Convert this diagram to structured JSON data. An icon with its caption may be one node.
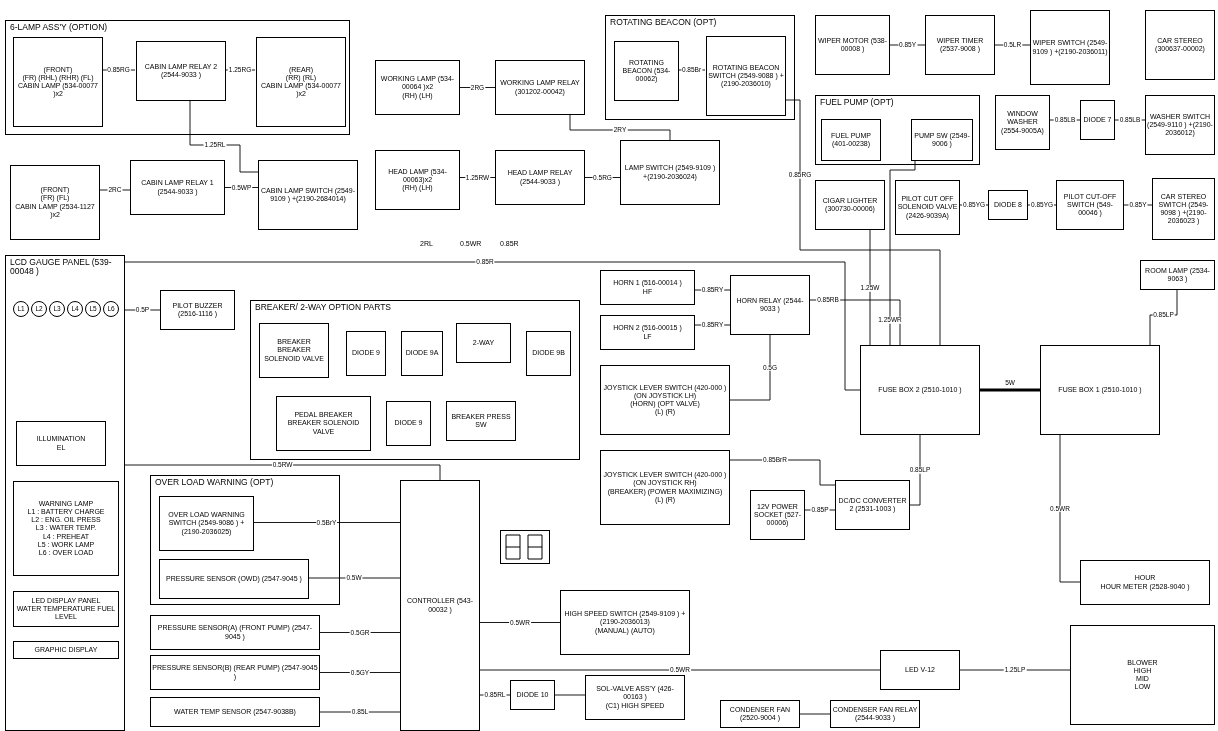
{
  "diagram": {
    "nodes": [
      {
        "text": [
          "6-LAMP ASS'Y (OPTION)"
        ]
      },
      {
        "text": [
          "(FRONT)",
          "(FR) (RHL) (RHR) (FL)",
          "CABIN LAMP (534-00077 )x2"
        ],
        "in": 0
      },
      {
        "text": [
          "CABIN LAMP RELAY 2 (2544-9033 )"
        ],
        "in": 0
      },
      {
        "text": [
          "(REAR)",
          "(RR) (RL)",
          "CABIN LAMP (534-00077 )x2"
        ],
        "in": 0
      },
      {
        "text": [
          "CABIN LAMP RELAY 1 (2544-9033 )"
        ]
      },
      {
        "text": [
          "(FRONT)",
          "(FR) (FL)",
          "CABIN LAMP (2534-1127 )x2"
        ]
      },
      {
        "text": [
          "CABIN LAMP SWITCH (2549-9109 ) +(2190-2684014)"
        ]
      },
      {
        "text": [
          "WORKING LAMP (534-00064 )x2",
          "(RH) (LH)"
        ]
      },
      {
        "text": [
          "WORKING LAMP RELAY (301202-00042)"
        ]
      },
      {
        "text": [
          "HEAD LAMP (534-00063)x2",
          "(RH) (LH)"
        ]
      },
      {
        "text": [
          "HEAD LAMP RELAY (2544-9033 )"
        ]
      },
      {
        "text": [
          "ROTATING BEACON (OPT)"
        ]
      },
      {
        "text": [
          "ROTATING BEACON (534-00062)"
        ],
        "in": 11
      },
      {
        "text": [
          "ROTATING BEACON SWITCH (2549-9088 ) +(2190-2036010)"
        ],
        "in": 11
      },
      {
        "text": [
          "LAMP SWITCH (2549-9109 ) +(2190-2036024)"
        ]
      },
      {
        "text": [
          "WIPER MOTOR (538-00008 )"
        ]
      },
      {
        "text": [
          "WIPER TIMER (2537-9008 )"
        ]
      },
      {
        "text": [
          "WIPER SWITCH (2549-9109 ) +(2190-2036011)"
        ]
      },
      {
        "text": [
          "FUEL PUMP (OPT)"
        ]
      },
      {
        "text": [
          "FUEL PUMP (401-00238)"
        ],
        "in": 18
      },
      {
        "text": [
          "PUMP SW (2549-9006 )"
        ],
        "in": 18
      },
      {
        "text": [
          "CIGAR LIGHTER (300730-00006)"
        ]
      },
      {
        "text": [
          "WINDOW WASHER (2554-9005A)"
        ]
      },
      {
        "text": [
          "DIODE 7"
        ]
      },
      {
        "text": [
          "WASHER SWITCH (2549-9110 ) +(2190-2036012)"
        ]
      },
      {
        "text": [
          "PILOT CUT OFF SOLENOID VALVE (2426-9039A)"
        ]
      },
      {
        "text": [
          "DIODE 8"
        ]
      },
      {
        "text": [
          "PILOT CUT-OFF SWITCH (549-00046 )"
        ]
      },
      {
        "text": [
          "CAR STEREO (300637-00002)"
        ]
      },
      {
        "text": [
          "CAR STEREO SWITCH (2549-9098 ) +(2190-2036023 )"
        ]
      },
      {
        "text": [
          "ROOM LAMP (2534-9063 )"
        ]
      },
      {
        "text": [
          "LCD GAUGE PANEL (539-00048 )"
        ]
      },
      {
        "text": [
          "PILOT BUZZER (2516-1116 )"
        ]
      },
      {
        "text": [
          "BREAKER/ 2-WAY OPTION PARTS"
        ]
      },
      {
        "text": [
          "BREAKER",
          "BREAKER SOLENOID VALVE"
        ],
        "in": 33
      },
      {
        "text": [
          "DIODE 9"
        ],
        "in": 33
      },
      {
        "text": [
          "2-WAY"
        ],
        "in": 33
      },
      {
        "text": [
          "DIODE 9A"
        ],
        "in": 33
      },
      {
        "text": [
          "DIODE 9B"
        ],
        "in": 33
      },
      {
        "text": [
          "PEDAL BREAKER",
          "BREAKER SOLENOID VALVE"
        ],
        "in": 33
      },
      {
        "text": [
          "DIODE 9"
        ],
        "in": 33
      },
      {
        "text": [
          "BREAKER PRESS SW"
        ],
        "in": 33
      },
      {
        "text": [
          "HORN 1 (516-00014 )",
          "HF"
        ]
      },
      {
        "text": [
          "HORN 2 (516-00015 )",
          "LF"
        ]
      },
      {
        "text": [
          "HORN RELAY (2544-9033 )"
        ]
      },
      {
        "text": [
          "JOYSTICK LEVER SWITCH (420-000 ) (ON JOYSTICK LH)",
          "(HORN) (OPT VALVE)",
          "(L) (R)"
        ]
      },
      {
        "text": [
          "JOYSTICK LEVER SWITCH (420-000 ) (ON JOYSTICK RH)",
          "(BREAKER) (POWER MAXIMIZING)",
          "(L) (R)"
        ]
      },
      {
        "text": [
          "12V POWER SOCKET (527-00006)"
        ]
      },
      {
        "text": [
          "DC/DC CONVERTER 2 (2531-1003 )"
        ]
      },
      {
        "text": [
          "FUSE BOX 2 (2510-1010 )"
        ]
      },
      {
        "text": [
          "FUSE BOX 1 (2510-1010 )"
        ]
      },
      {
        "text": [
          "OVER LOAD WARNING (OPT)"
        ]
      },
      {
        "text": [
          "OVER LOAD WARNING SWITCH (2549-9086 ) +(2190-2036025)"
        ],
        "in": 51
      },
      {
        "text": [
          "PRESSURE SENSOR (OWD) (2547-9045 )"
        ],
        "in": 51
      },
      {
        "text": [
          "CONTROLLER (543-00032 )"
        ]
      },
      {
        "text": [
          "PRESSURE SENSOR(A) (FRONT PUMP) (2547-9045 )"
        ]
      },
      {
        "text": [
          "PRESSURE SENSOR(B) (REAR PUMP) (2547-9045 )"
        ]
      },
      {
        "text": [
          "WATER TEMP SENSOR (2547-9038B)"
        ]
      },
      {
        "text": [
          "HIGH SPEED SWITCH (2549-9109 ) +(2190-2036013)",
          "(MANUAL) (AUTO)"
        ]
      },
      {
        "text": [
          "SOL-VALVE ASS'Y (426-00163 )",
          "(C1) HIGH SPEED"
        ]
      },
      {
        "text": [
          "DIODE 10"
        ]
      },
      {
        "text": [
          "HOUR",
          "HOUR METER (2528-9040 )"
        ]
      },
      {
        "text": [
          "BLOWER",
          "HIGH",
          "MID",
          "LOW"
        ]
      },
      {
        "text": [
          "LED V-12"
        ]
      },
      {
        "text": [
          "CONDENSER FAN RELAY (2544-9033 )"
        ]
      },
      {
        "text": [
          "CONDENSER FAN (2520-9004 )"
        ]
      },
      {
        "text": [
          "ILLUMINATION",
          "EL"
        ],
        "in": 31
      },
      {
        "text": [
          "WARNING LAMP",
          "L1 : BATTERY CHARGE",
          "L2 : ENG. OIL PRESS",
          "L3 : WATER TEMP.",
          "L4 : PREHEAT",
          "L5 : WORK LAMP",
          "L6 : OVER LOAD"
        ],
        "in": 31
      },
      {
        "text": [
          "LED DISPLAY PANEL",
          "WATER TEMPERATURE FUEL LEVEL"
        ],
        "in": 31
      },
      {
        "text": [
          "GRAPHIC DISPLAY"
        ],
        "in": 31
      },
      {
        "text": [
          "L1"
        ],
        "in": 31
      },
      {
        "text": [
          "L2"
        ],
        "in": 31
      },
      {
        "text": [
          "L3"
        ],
        "in": 31
      },
      {
        "text": [
          "L4"
        ],
        "in": 31
      },
      {
        "text": [
          "L5"
        ],
        "in": 31
      },
      {
        "text": [
          "L6"
        ],
        "in": 31
      }
    ],
    "edges": [
      {
        "from": 1,
        "to": 2,
        "arrow": "none",
        "label": "0.85RG"
      },
      {
        "from": 2,
        "to": 3,
        "arrow": "none",
        "label": "1.25RG"
      },
      {
        "from": 2,
        "to": 6,
        "arrow": "none",
        "label": "1.25RL"
      },
      {
        "from": 4,
        "to": 6,
        "arrow": "none",
        "label": "0.5WP"
      },
      {
        "from": 5,
        "to": 4,
        "arrow": "none",
        "label": "2RC"
      },
      {
        "from": 7,
        "to": 8,
        "arrow": "none",
        "label": "2RG"
      },
      {
        "from": 9,
        "to": 10,
        "arrow": "none",
        "label": "1.25RW"
      },
      {
        "from": 10,
        "to": 14,
        "arrow": "none",
        "label": "0.5RG"
      },
      {
        "from": 8,
        "to": 14,
        "arrow": "none",
        "label": "2RY"
      },
      {
        "from": 12,
        "to": 13,
        "arrow": "none",
        "label": "0.85Br"
      },
      {
        "from": 13,
        "to": 49,
        "arrow": "none",
        "label": "0.85RG"
      },
      {
        "from": 15,
        "to": 16,
        "arrow": "none",
        "label": "0.85Y"
      },
      {
        "from": 16,
        "to": 17,
        "arrow": "none",
        "label": "0.5LR"
      },
      {
        "from": 22,
        "to": 23,
        "arrow": "none",
        "label": "0.85LB"
      },
      {
        "from": 23,
        "to": 24,
        "arrow": "none",
        "label": "0.85LB"
      },
      {
        "from": 25,
        "to": 26,
        "arrow": "none",
        "label": "0.85YG"
      },
      {
        "from": 26,
        "to": 27,
        "arrow": "none",
        "label": "0.85YG"
      },
      {
        "from": 27,
        "to": 29,
        "arrow": "none",
        "label": "0.85Y"
      },
      {
        "from": 30,
        "to": 50,
        "arrow": "none",
        "label": "0.85LP"
      },
      {
        "from": 31,
        "to": 32,
        "arrow": "none",
        "label": "0.5P"
      },
      {
        "from": 31,
        "to": 54,
        "arrow": "none",
        "label": "0.5RW"
      },
      {
        "from": 31,
        "to": 49,
        "arrow": "none",
        "label": "0.85R"
      },
      {
        "from": 42,
        "to": 44,
        "arrow": "none",
        "label": "0.85RY"
      },
      {
        "from": 43,
        "to": 44,
        "arrow": "none",
        "label": "0.85RY"
      },
      {
        "from": 44,
        "to": 49,
        "arrow": "none",
        "label": "0.85RB"
      },
      {
        "from": 45,
        "to": 44,
        "arrow": "none",
        "label": "0.5G"
      },
      {
        "from": 46,
        "to": 48,
        "arrow": "none",
        "label": "0.85BrR"
      },
      {
        "from": 47,
        "to": 48,
        "arrow": "none",
        "label": "0.85P"
      },
      {
        "from": 48,
        "to": 49,
        "arrow": "none",
        "label": "0.85LP"
      },
      {
        "from": 49,
        "to": 50,
        "arrow": "none",
        "label": "5W",
        "style": "thick"
      },
      {
        "from": 52,
        "to": 54,
        "arrow": "none",
        "label": "0.5BrY"
      },
      {
        "from": 53,
        "to": 54,
        "arrow": "none",
        "label": "0.5W"
      },
      {
        "from": 55,
        "to": 54,
        "arrow": "none",
        "label": "0.5GR"
      },
      {
        "from": 56,
        "to": 54,
        "arrow": "none",
        "label": "0.5GY"
      },
      {
        "from": 57,
        "to": 54,
        "arrow": "none",
        "label": "0.85L"
      },
      {
        "from": 54,
        "to": 58,
        "arrow": "none",
        "label": "0.5WR"
      },
      {
        "from": 54,
        "to": 60,
        "arrow": "none",
        "label": "0.85RL"
      },
      {
        "from": 60,
        "to": 59,
        "arrow": "none"
      },
      {
        "from": 50,
        "to": 61,
        "arrow": "none",
        "label": "0.5WR"
      },
      {
        "from": 63,
        "to": 62,
        "arrow": "none",
        "label": "1.25LP"
      },
      {
        "from": 65,
        "to": 64,
        "arrow": "none"
      },
      {
        "from": 54,
        "to": 63,
        "arrow": "none",
        "label": "0.5WR"
      },
      {
        "from": 20,
        "to": 49,
        "arrow": "none",
        "label": "1.25WR"
      },
      {
        "from": 21,
        "to": 49,
        "arrow": "none",
        "label": "1.25W"
      }
    ],
    "labels": [
      "2RL",
      "0.5WR",
      "0.85R"
    ]
  }
}
